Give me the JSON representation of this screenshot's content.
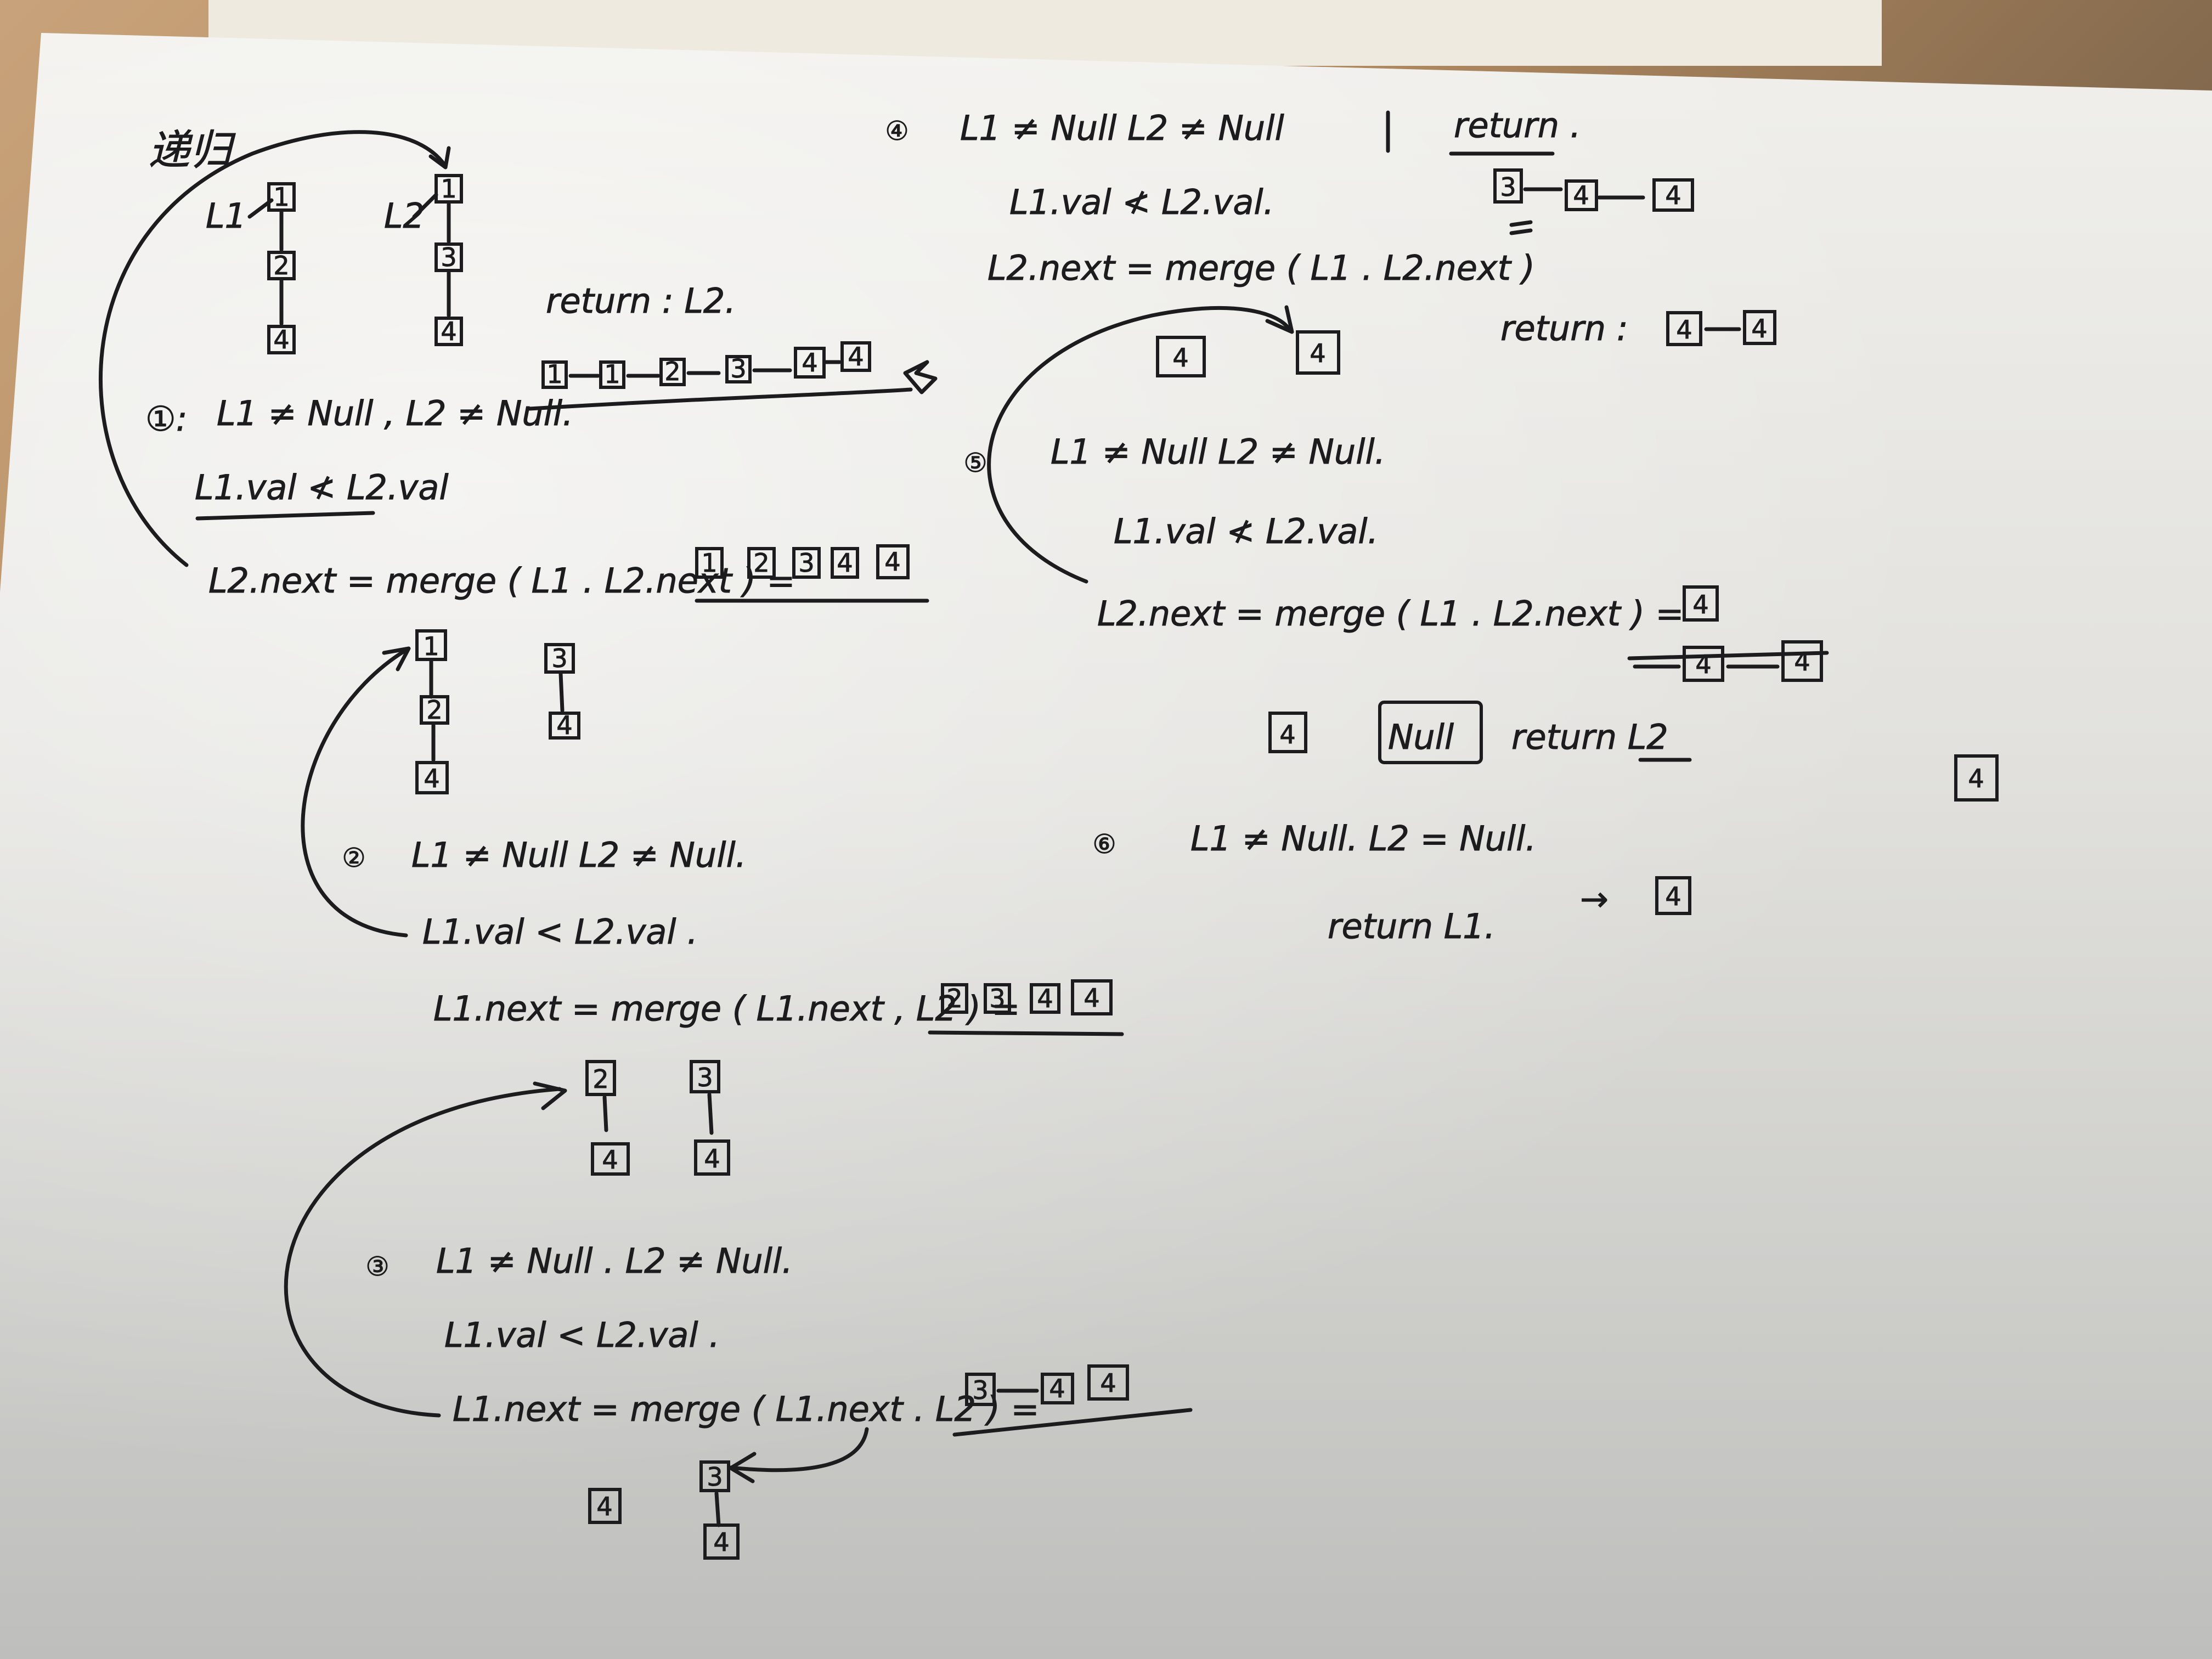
{
  "heading": "递归",
  "step1": {
    "marker": "①:",
    "list1_label": "L1",
    "list2_label": "L2",
    "list1_nodes": [
      "1",
      "2",
      "4"
    ],
    "list2_nodes": [
      "1",
      "3",
      "4"
    ],
    "condition": "L1 ≠ Null , L2 ≠ Null.",
    "compare": "L1.val ≮ L2.val",
    "assign": "L2.next = merge ( L1 . L2.next ) =",
    "result": [
      "1",
      "2",
      "3",
      "4",
      "4"
    ],
    "return_label": "return : L2.",
    "return_chain": [
      "1",
      "1",
      "2",
      "3",
      "4",
      "4"
    ]
  },
  "step2": {
    "marker": "②",
    "list1_nodes": [
      "1",
      "2",
      "4"
    ],
    "list2_nodes": [
      "3",
      "4"
    ],
    "condition": "L1 ≠ Null  L2 ≠ Null.",
    "compare": "L1.val < L2.val .",
    "assign": "L1.next = merge ( L1.next , L2 ) =",
    "result": [
      "2",
      "3",
      "4",
      "4"
    ]
  },
  "step3": {
    "marker": "③",
    "list1_nodes": [
      "2",
      "4"
    ],
    "list2_nodes": [
      "3",
      "4"
    ],
    "condition": "L1 ≠ Null . L2 ≠ Null.",
    "compare": "L1.val < L2.val .",
    "assign": "L1.next = merge ( L1.next . L2 ) =",
    "result": [
      "3",
      "4",
      "4"
    ],
    "next_list1": [
      "4"
    ],
    "next_list2": [
      "3",
      "4"
    ]
  },
  "step4": {
    "marker": "④",
    "condition": "L1 ≠ Null   L2 ≠ Null",
    "compare": "L1.val ≮ L2.val.",
    "assign": "L2.next = merge ( L1 . L2.next )",
    "return_label": "return .",
    "return_chain": [
      "3",
      "4",
      "4"
    ],
    "return_label_2": "return :",
    "return_chain_2": [
      "4",
      "4"
    ],
    "next_nodes": [
      "4",
      "4"
    ]
  },
  "step5": {
    "marker": "⑤",
    "condition": "L1 ≠ Null   L2 ≠ Null.",
    "compare": "L1.val ≮ L2.val.",
    "assign": "L2.next = merge ( L1 . L2.next ) =",
    "result": [
      "4"
    ],
    "crossed": [
      "4",
      "4"
    ],
    "left_node": "4",
    "null_box": "Null",
    "return_label": "return L2",
    "far_node": "4"
  },
  "step6": {
    "marker": "⑥",
    "condition": "L1 ≠ Null.   L2 = Null.",
    "return_label": "return  L1.",
    "result_arrow": "→",
    "result": [
      "4"
    ]
  }
}
